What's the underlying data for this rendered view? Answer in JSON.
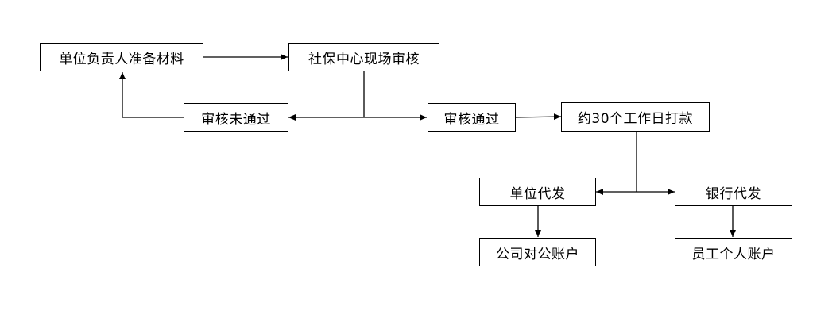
{
  "nodes": {
    "prepare": "单位负责人准备材料",
    "review": "社保中心现场审核",
    "rejected": "审核未通过",
    "approved": "审核通过",
    "payment": "约30个工作日打款",
    "unit_pay": "单位代发",
    "bank_pay": "银行代发",
    "company_account": "公司对公账户",
    "employee_account": "员工个人账户"
  },
  "colors": {
    "line": "#000000",
    "border": "#000000",
    "background": "#ffffff"
  }
}
